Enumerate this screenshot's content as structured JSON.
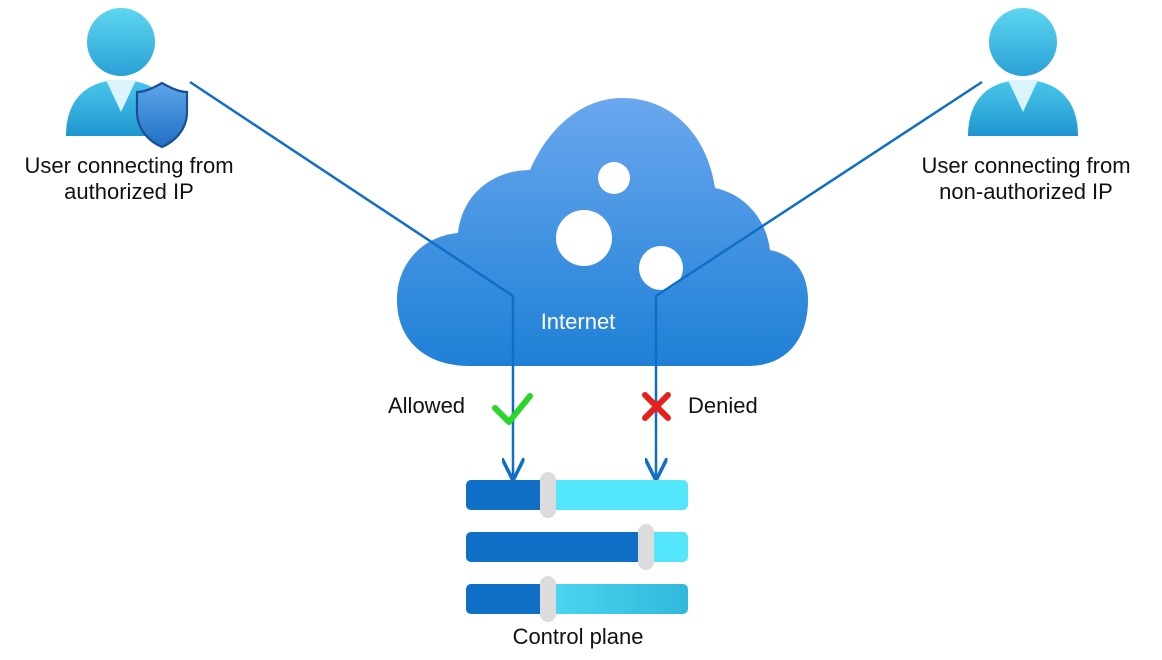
{
  "users": {
    "authorized": {
      "line1": "User connecting from",
      "line2": "authorized IP",
      "icon": "user-shield-icon"
    },
    "unauthorized": {
      "line1": "User connecting from",
      "line2": "non-authorized IP",
      "icon": "user-icon"
    }
  },
  "cloud": {
    "label": "Internet",
    "icon": "cloud-icon"
  },
  "access": {
    "allowed": {
      "label": "Allowed",
      "icon": "checkmark-icon",
      "color": "#2bd62b"
    },
    "denied": {
      "label": "Denied",
      "icon": "x-icon",
      "color": "#e8201c"
    }
  },
  "control_plane": {
    "label": "Control plane",
    "icon": "sliders-icon",
    "slider_levels": [
      0.37,
      0.81,
      0.37
    ]
  },
  "colors": {
    "line": "#0f6fc6",
    "cloud_top": "#6aa7ee",
    "cloud_bottom": "#1e82d8",
    "person_top": "#5ed6ee",
    "person_bottom": "#2a9fd6",
    "slider_dark": "#0f6fc6",
    "slider_light": "#54e6fb",
    "knob": "#dcdcdc"
  }
}
